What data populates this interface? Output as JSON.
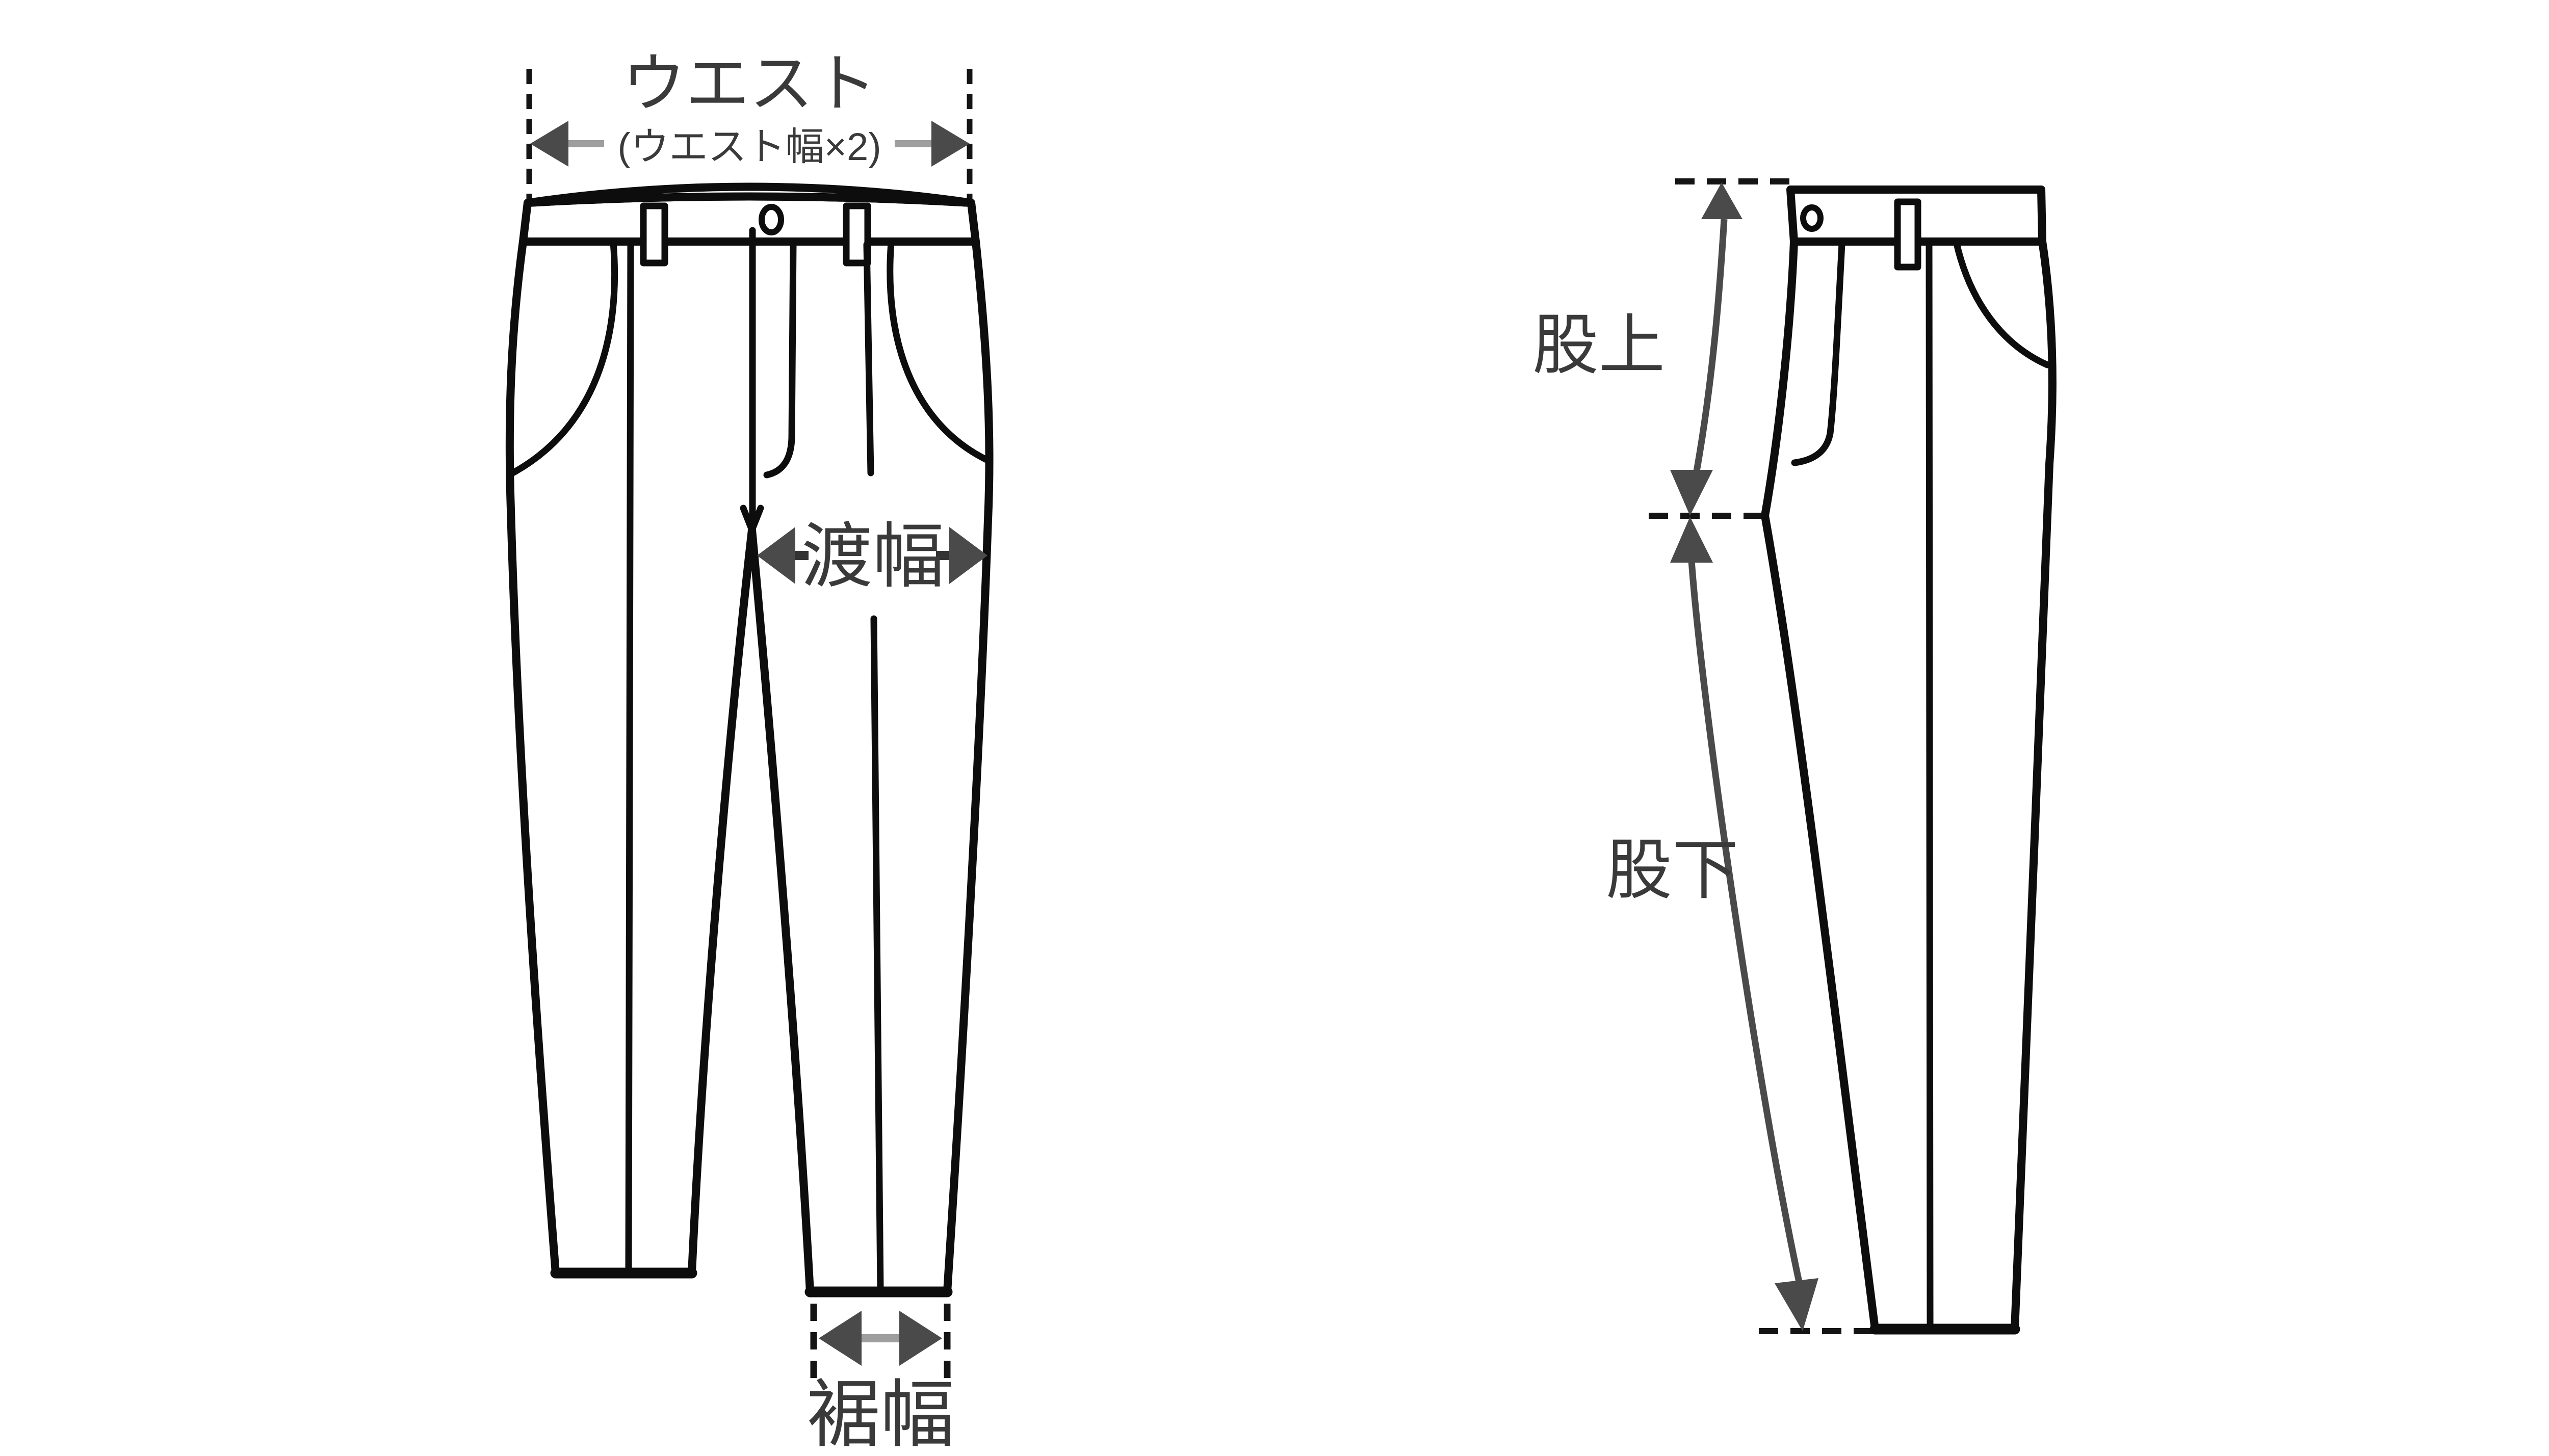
{
  "diagram": {
    "description": "pants size measurement guide",
    "front_view": {
      "waist_label": "ウエスト",
      "waist_formula_label": "(ウエスト幅×2)",
      "thigh_width_label": "渡幅",
      "hem_width_label": "裾幅"
    },
    "side_view": {
      "rise_label": "股上",
      "inseam_label": "股下"
    },
    "colors": {
      "background": "#ffffff",
      "garment_outline": "#0d0d0d",
      "label_text": "#3a3a3a",
      "arrowhead": "#4a4a4a",
      "arrow_shaft_light": "#9e9e9e",
      "dashed_guide": "#141414"
    }
  }
}
